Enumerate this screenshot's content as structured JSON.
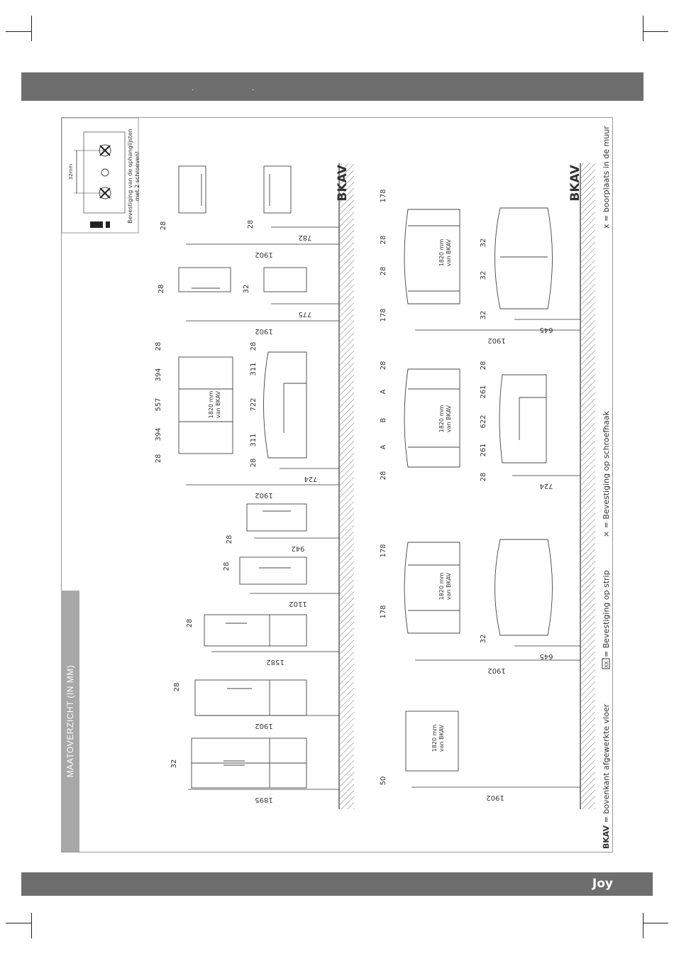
{
  "header": {
    "dot1": "·",
    "dot2": "·"
  },
  "footer": {
    "brand": "Joy"
  },
  "side_title": "MAATOVERZICHT (IN MM)",
  "labels": {
    "bkav": "BKAV",
    "van_bkav_1820": "1820 mm",
    "van_bkav_2": "van BKAV",
    "mount_note_1": "Bevestiging van de ophanglijsten",
    "mount_note_2": "met 2 schroeven!",
    "mm32": "32mm"
  },
  "legend": {
    "bkav_bold": "BKAV",
    "bkav_text": " = bovenkant afgewerkte vloer",
    "strip_text": " = Bevestiging op strip",
    "hook_text": "× = Bevestiging op schroefhaak",
    "drill_text": "x = boorplaats in de muur",
    "strip_icon": "XX"
  },
  "dims": {
    "d1895": "1895",
    "d1902": "1902",
    "d1582": "1582",
    "d1102": "1102",
    "d942": "942",
    "d724": "724",
    "d775": "775",
    "d782": "782",
    "d645": "645",
    "d28": "28",
    "d32": "32",
    "d50": "50",
    "d178": "178",
    "d394": "394",
    "d557": "557",
    "d311": "311",
    "d722": "722",
    "d261": "261",
    "d622": "622",
    "dA": "A",
    "dB": "B"
  }
}
